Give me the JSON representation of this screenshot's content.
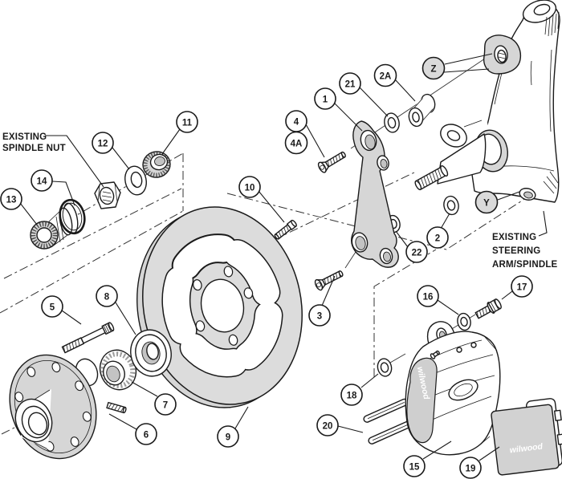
{
  "diagram": {
    "type": "exploded-parts-diagram",
    "subject": "Front disc brake kit exploded assembly",
    "background": "#ffffff",
    "colors": {
      "outline": "#1a1a1a",
      "shade": "#d6d6d6",
      "callout_fill": "#ffffff",
      "ref_callout_fill": "#dadada"
    },
    "annotations": {
      "spindle_nut": {
        "line1": "EXISTING",
        "line2": "SPINDLE NUT"
      },
      "steering_arm": {
        "line1": "EXISTING",
        "line2": "STEERING",
        "line3": "ARM/SPINDLE"
      }
    },
    "brand": {
      "caliper": "wilwood",
      "pad": "wilwood"
    },
    "callouts": {
      "n1": {
        "label": "1"
      },
      "n2": {
        "label": "2"
      },
      "n2A": {
        "label": "2A"
      },
      "n3": {
        "label": "3"
      },
      "n4": {
        "label": "4"
      },
      "n4A": {
        "label": "4A"
      },
      "n5": {
        "label": "5"
      },
      "n6": {
        "label": "6"
      },
      "n7": {
        "label": "7"
      },
      "n8": {
        "label": "8"
      },
      "n9": {
        "label": "9"
      },
      "n10": {
        "label": "10"
      },
      "n11": {
        "label": "11"
      },
      "n12": {
        "label": "12"
      },
      "n13": {
        "label": "13"
      },
      "n14": {
        "label": "14"
      },
      "n15": {
        "label": "15"
      },
      "n16": {
        "label": "16"
      },
      "n17": {
        "label": "17"
      },
      "n18": {
        "label": "18"
      },
      "n19": {
        "label": "19"
      },
      "n20": {
        "label": "20"
      },
      "n21": {
        "label": "21"
      },
      "n22": {
        "label": "22"
      },
      "Y": {
        "label": "Y"
      },
      "Z": {
        "label": "Z"
      }
    }
  }
}
